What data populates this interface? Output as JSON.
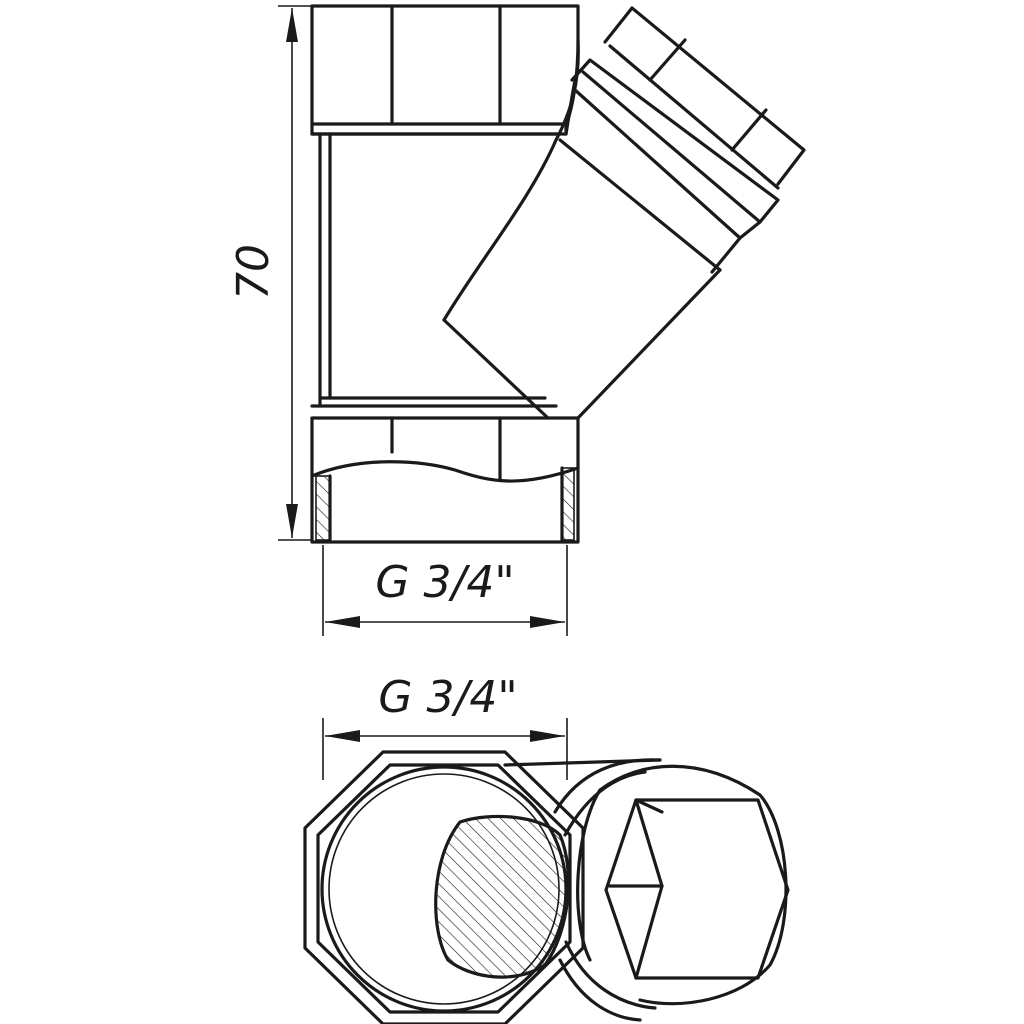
{
  "dimensions": {
    "height_label": "70",
    "side_width_label": "G 3/4\"",
    "top_width_label": "G 3/4\""
  },
  "colors": {
    "stroke": "#1a1a1a",
    "background": "#ffffff"
  }
}
